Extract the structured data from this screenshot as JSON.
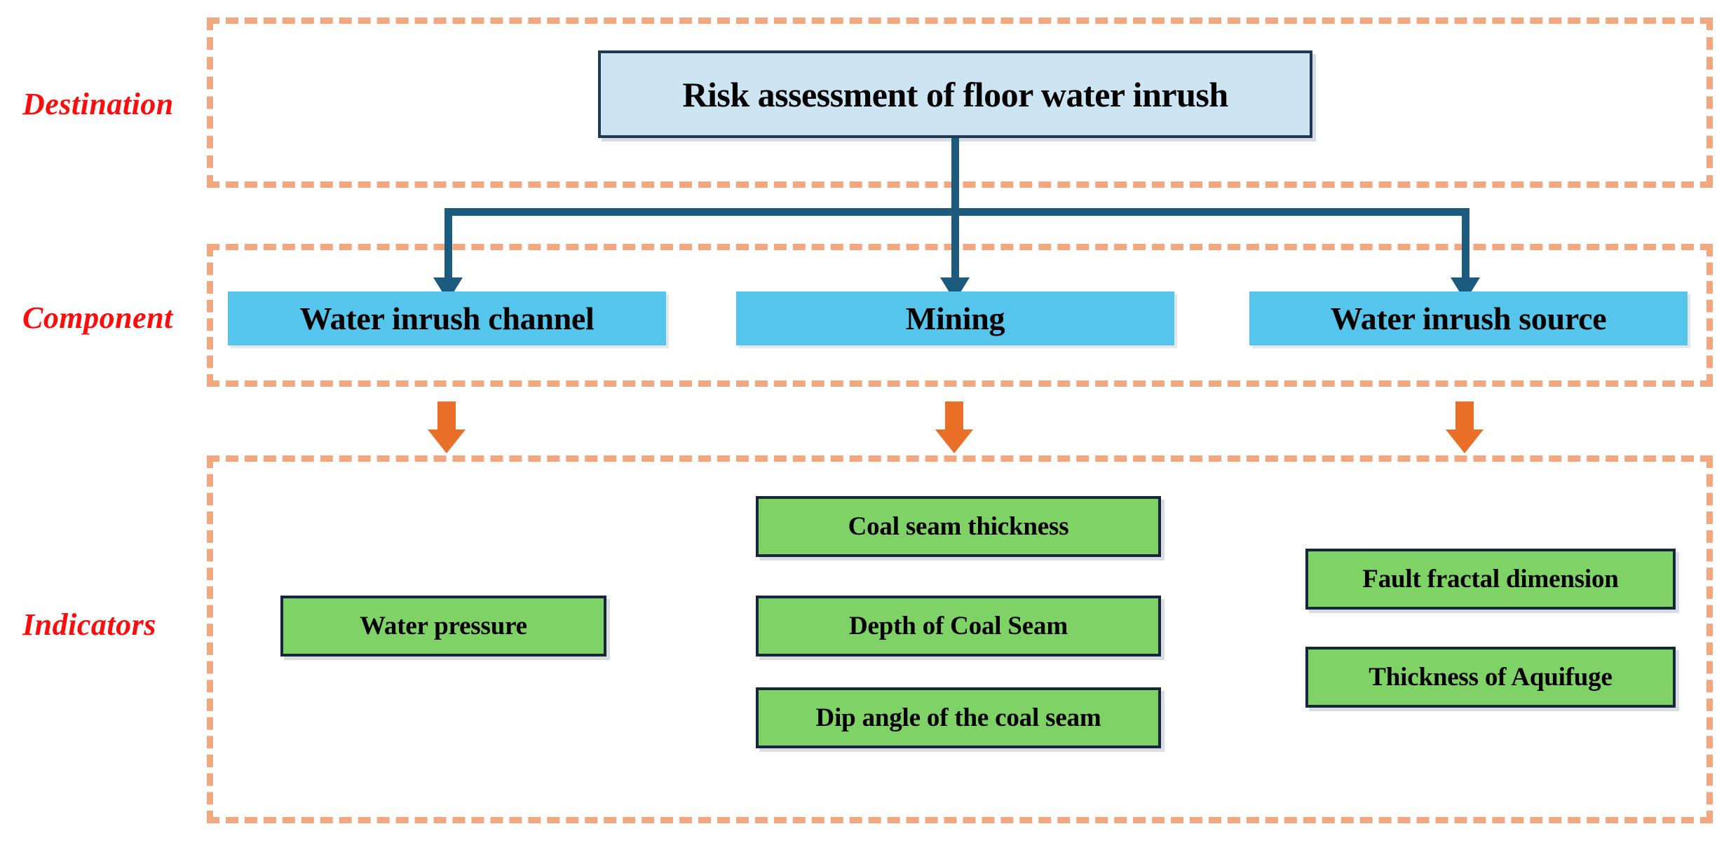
{
  "diagram": {
    "title_box": {
      "label": "Risk assessment of floor water inrush"
    },
    "row_labels": [
      {
        "id": "destination",
        "label": "Destination"
      },
      {
        "id": "component",
        "label": "Component"
      },
      {
        "id": "indicators",
        "label": "Indicators"
      }
    ],
    "components": [
      {
        "id": "water-inrush-channel",
        "label": "Water inrush channel"
      },
      {
        "id": "mining",
        "label": "Mining"
      },
      {
        "id": "water-inrush-source",
        "label": "Water inrush source"
      }
    ],
    "indicator_groups": [
      {
        "parent": "Water inrush channel",
        "items": [
          {
            "label": "Water pressure"
          }
        ]
      },
      {
        "parent": "Mining",
        "items": [
          {
            "label": "Coal seam thickness"
          },
          {
            "label": "Depth of Coal Seam"
          },
          {
            "label": "Dip angle of the coal seam"
          }
        ]
      },
      {
        "parent": "Water inrush source",
        "items": [
          {
            "label": "Fault fractal dimension"
          },
          {
            "label": "Thickness of Aquifuge"
          }
        ]
      }
    ],
    "colors": {
      "tier_border": "#f2a77e",
      "row_label": "#fc0d0d",
      "destination_fill": "#cde5f3",
      "destination_border": "#1f3a52",
      "component_fill": "#55c5ec",
      "indicator_fill": "#7fd266",
      "indicator_border": "#17263b",
      "connector": "#1c5b7e",
      "block_arrow": "#ea6f28",
      "background": "#ffffff"
    }
  }
}
